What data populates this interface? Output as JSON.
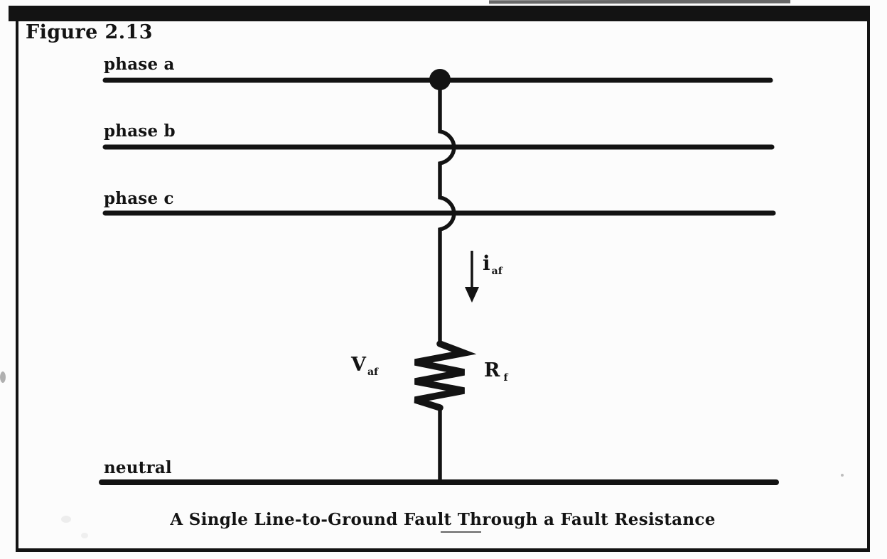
{
  "figure": {
    "title": "Figure 2.13",
    "caption": "A Single Line-to-Ground Fault Through a Fault Resistance"
  },
  "conductors": [
    {
      "id": "phase-a",
      "label": "phase a"
    },
    {
      "id": "phase-b",
      "label": "phase b"
    },
    {
      "id": "phase-c",
      "label": "phase c"
    },
    {
      "id": "neutral",
      "label": "neutral"
    }
  ],
  "annotations": {
    "current": {
      "base": "i",
      "sub": "af"
    },
    "voltage": {
      "base": "V",
      "sub": "af"
    },
    "resistance": {
      "base": "R",
      "sub": "f"
    }
  },
  "colors": {
    "ink": "#131313",
    "paper": "#fcfcfc"
  }
}
